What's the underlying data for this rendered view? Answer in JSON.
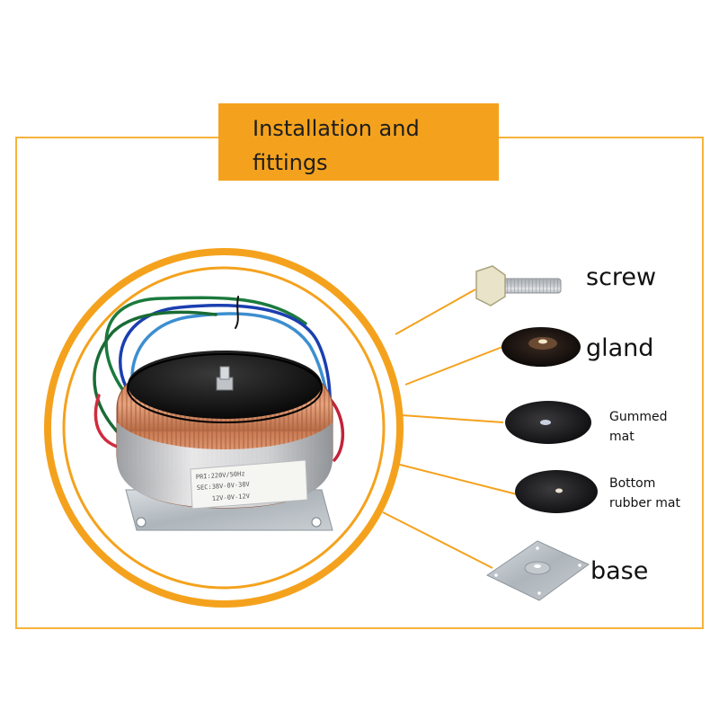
{
  "title": {
    "line1": "Installation and",
    "line2": "fittings"
  },
  "colors": {
    "accent": "#f4a21d",
    "frame": "#f7b33a",
    "text": "#111111"
  },
  "transformer_label": {
    "line1": "PRI:220V/50Hz",
    "line2": "SEC:38V-0V-38V",
    "line3": "12V-0V-12V"
  },
  "fittings": [
    {
      "id": "screw",
      "label_line1": "screw",
      "label_line2": ""
    },
    {
      "id": "gland",
      "label_line1": "gland",
      "label_line2": ""
    },
    {
      "id": "gummed-mat",
      "label_line1": "Gummed",
      "label_line2": "mat"
    },
    {
      "id": "bottom-rubber-mat",
      "label_line1": "Bottom",
      "label_line2": "rubber mat"
    },
    {
      "id": "base",
      "label_line1": "base",
      "label_line2": ""
    }
  ]
}
